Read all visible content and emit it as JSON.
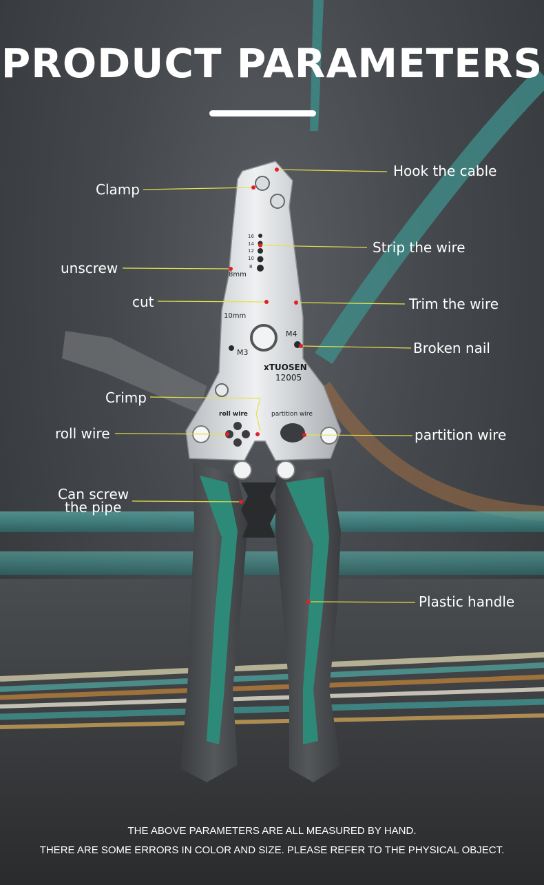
{
  "headline": "PRODUCT PARAMETERS",
  "labels": {
    "hook_the_cable": "Hook the cable",
    "clamp": "Clamp",
    "strip_the_wire": "Strip the wire",
    "unscrew": "unscrew",
    "cut": "cut",
    "trim_the_wire": "Trim the wire",
    "broken_nail": "Broken nail",
    "crimp": "Crimp",
    "roll_wire": "roll wire",
    "partition_wire": "partition wire",
    "can_screw_line1": "Can screw",
    "can_screw_line2": "the pipe",
    "plastic_handle": "Plastic handle"
  },
  "tool_markings": {
    "brand": "xTUOSEN",
    "model": "12005",
    "gauge_16": "16",
    "gauge_14": "14",
    "gauge_12": "12",
    "gauge_10": "10",
    "gauge_8": "8",
    "size_8mm": "8mm",
    "size_10mm": "10mm",
    "m4": "M4",
    "m3": "M3",
    "roll_wire_mark": "roll wire",
    "partition_wire_mark": "partition wire"
  },
  "footer": {
    "line1": "THE ABOVE PARAMETERS ARE ALL MEASURED BY HAND.",
    "line2": "THERE ARE SOME ERRORS IN COLOR AND SIZE. PLEASE REFER TO THE PHYSICAL OBJECT."
  },
  "colors": {
    "leader_line": "#e8e04a",
    "marker_dot": "#e0202a",
    "handle_green": "#2e8a78",
    "handle_gray": "#4a4c4f",
    "steel": "#d9dcdf",
    "cable_teal": "#3f8f8c"
  }
}
